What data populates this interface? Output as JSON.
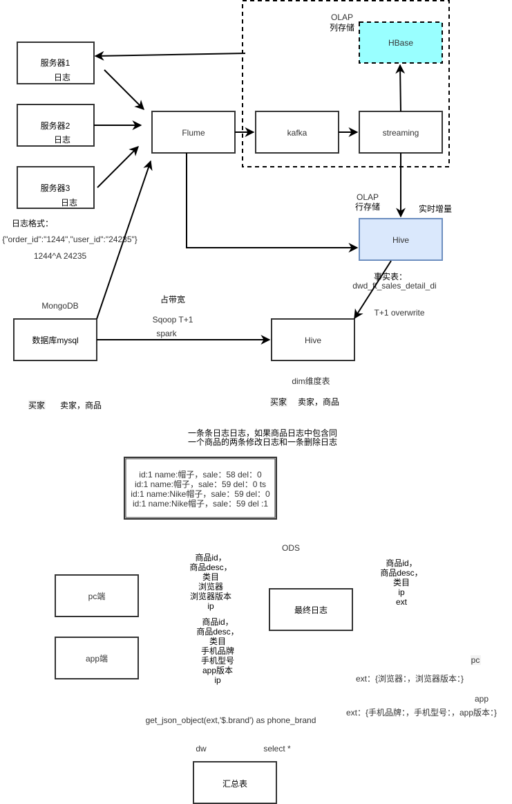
{
  "title": "数据仓库日志采集架构",
  "colors": {
    "hbase_fill": "#99ffff",
    "hive_realtime_fill": "#dae8fc",
    "hive_realtime_stroke": "#6c8ebf",
    "default_stroke": "#333333",
    "edge": "#000000"
  },
  "nodes": {
    "server1": {
      "line1": "服务器1",
      "line2": "日志"
    },
    "server2": {
      "line1": "服务器2",
      "line2": "日志"
    },
    "server3": {
      "line1": "服务器3",
      "line2": "日志"
    },
    "flume": "Flume",
    "kafka": "kafka",
    "streaming": "streaming",
    "hbase": "HBase",
    "hive_realtime": "Hive",
    "hive_dim": "Hive",
    "mysql": "数据库mysql",
    "log_records": [
      "id:1   name:帽子，sale：58 del：0",
      "id:1   name:帽子，sale：59 del：0 ts",
      "id:1   name:Nike帽子，sale：59 del：0",
      "id:1   name:Nike帽子，sale：59 del :1"
    ],
    "pc": "pc端",
    "app": "app端",
    "final_log": "最终日志",
    "summary": "汇总表"
  },
  "labels": {
    "olap_column": [
      "OLAP",
      "列存储"
    ],
    "olap_row": [
      "OLAP",
      "行存储"
    ],
    "realtime_incr": "实时增量",
    "log_format_title": "日志格式：",
    "log_format_json": "{\"order_id\":\"1244\",\"user_id\":\"24235\"}",
    "log_format_raw": "1244^A 24235",
    "mongodb": "MongoDB",
    "bandwidth": "占带宽",
    "sqoop": "Sqoop T+1",
    "spark": "spark",
    "fact_table": [
      "事实表：",
      "dwd_ft_sales_detail_di"
    ],
    "t1_overwrite": "T+1 overwrite",
    "dim_table": "dim维度表",
    "left_buyer": "买家",
    "left_seller": "卖家，商品",
    "right_buyer": "买家",
    "right_seller": "卖家，商品",
    "log_note": [
      "一条条日志日志，如果商品日志中包含同",
      "一个商品的两条修改日志和一条删除日志"
    ],
    "ods": "ODS",
    "pc_fields": [
      "商品id，",
      "商品desc，",
      "类目",
      "浏览器",
      "浏览器版本",
      "ip"
    ],
    "app_fields": [
      "商品id，",
      "商品desc，",
      "类目",
      "手机品牌",
      "手机型号",
      "app版本",
      "ip"
    ],
    "final_fields": [
      "商品id，",
      "商品desc，",
      "类目",
      "ip",
      "ext"
    ],
    "pc_tag": "pc",
    "pc_ext": "ext：{浏览器：，浏览器版本：}",
    "app_tag": "app",
    "app_ext": "ext：{手机品牌：，手机型号：，app版本：}",
    "get_json": "get_json_object(ext,'$.brand') as phone_brand",
    "dw": "dw",
    "select_all": "select *"
  }
}
